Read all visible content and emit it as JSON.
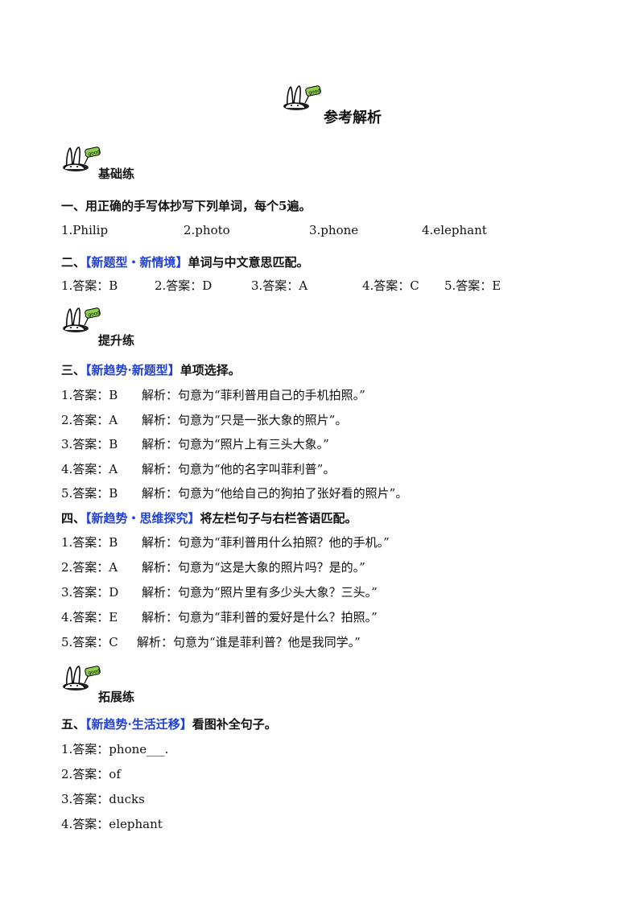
{
  "title": "参考解析",
  "sections": {
    "basic": "基础练",
    "improve": "提升练",
    "extend": "拓展练"
  },
  "q1": {
    "heading": "一、用正确的手写体抄写下列单词，每个5遍。",
    "items": [
      "1.Philip",
      "2.photo",
      "3.phone",
      "4.elephant"
    ]
  },
  "q2": {
    "prefix": "二、",
    "tag": "【新题型・新情境】",
    "rest": "单词与中文意思匹配。",
    "answers": [
      "1.答案：B",
      "2.答案：D",
      "3.答案：A",
      "4.答案：C",
      "5.答案：E"
    ]
  },
  "q3": {
    "prefix": "三、",
    "tag": "【新趋势·新题型】",
    "rest": "单项选择。",
    "rows": [
      {
        "ans": "1.答案：B",
        "exp": "解析：句意为“菲利普用自己的手机拍照。”"
      },
      {
        "ans": "2.答案：A",
        "exp": "解析：句意为“只是一张大象的照片”。"
      },
      {
        "ans": "3.答案：B",
        "exp": "解析：句意为“照片上有三头大象。”"
      },
      {
        "ans": "4.答案：A",
        "exp": "解析：句意为“他的名字叫菲利普”。"
      },
      {
        "ans": "5.答案：B",
        "exp": "解析：句意为“他给自己的狗拍了张好看的照片”。"
      }
    ]
  },
  "q4": {
    "prefix": "四、",
    "tag": "【新趋势・思维探究】",
    "rest": "将左栏句子与右栏答语匹配。",
    "rows": [
      {
        "ans": "1.答案：B",
        "exp": "解析：句意为“菲利普用什么拍照？他的手机。”"
      },
      {
        "ans": "2.答案：A",
        "exp": "解析：句意为“这是大象的照片吗？是的。”"
      },
      {
        "ans": "3.答案：D",
        "exp": "解析：句意为“照片里有多少头大象？三头。”"
      },
      {
        "ans": "4.答案：E",
        "exp": "解析：句意为“菲利普的爱好是什么？拍照。”"
      },
      {
        "ans": "5.答案：C",
        "exp": "解析：句意为“谁是菲利普？他是我同学。”"
      }
    ]
  },
  "q5": {
    "prefix": "五、",
    "tag": "【新趋势·生活迁移】",
    "rest": "看图补全句子。",
    "answers": [
      "1.答案：phone___.",
      "2.答案：of",
      "3.答案：ducks",
      "4.答案：elephant"
    ]
  },
  "rabbit_sign": "good"
}
